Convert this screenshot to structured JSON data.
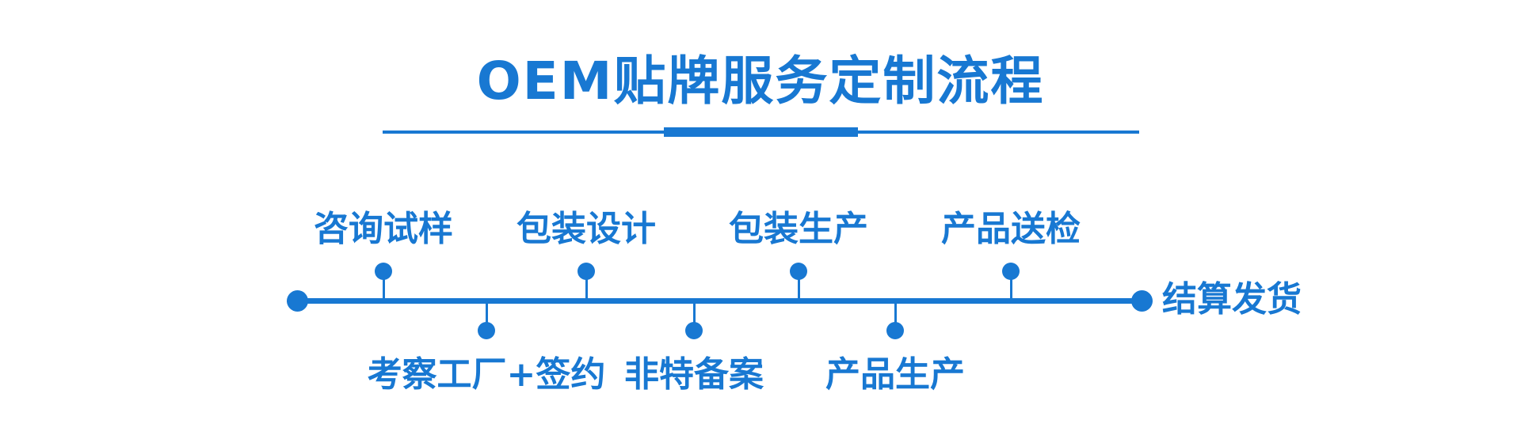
{
  "page": {
    "background_color": "#ffffff",
    "accent_color": "#1878d2"
  },
  "header": {
    "title": "OEM贴牌服务定制流程"
  },
  "timeline": {
    "steps": [
      {
        "label": "咨询试样",
        "position": "above"
      },
      {
        "label": "考察工厂+签约",
        "position": "below"
      },
      {
        "label": "包装设计",
        "position": "above"
      },
      {
        "label": "非特备案",
        "position": "below"
      },
      {
        "label": "包装生产",
        "position": "above"
      },
      {
        "label": "产品生产",
        "position": "below"
      },
      {
        "label": "产品送检",
        "position": "above"
      }
    ],
    "end_label": "结算发货"
  }
}
